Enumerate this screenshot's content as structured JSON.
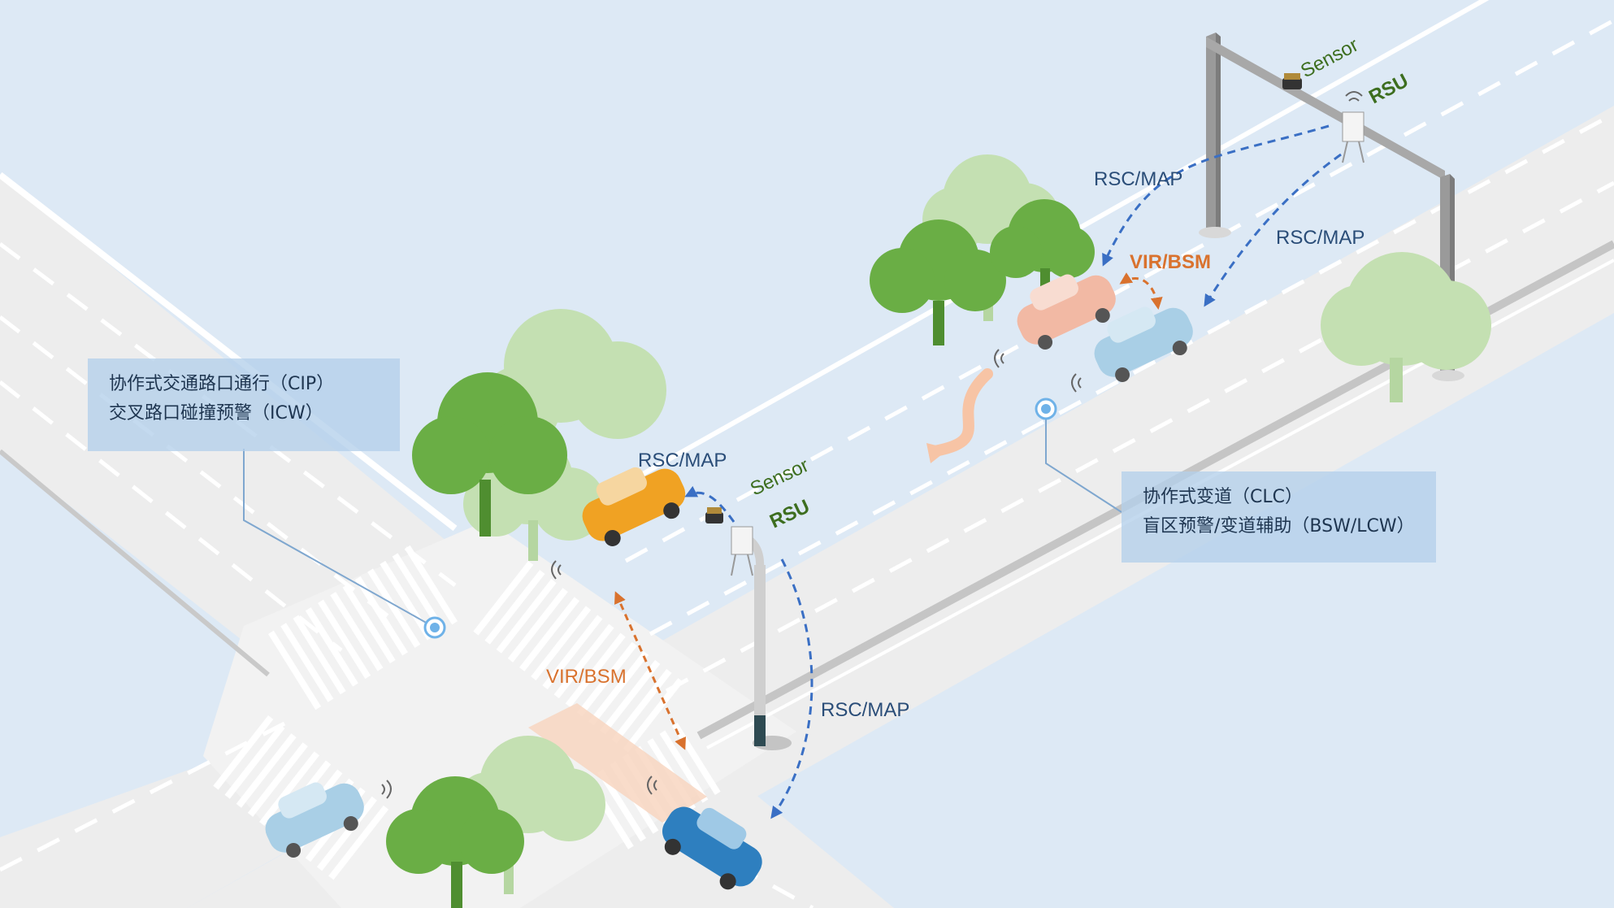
{
  "callouts": {
    "intersection": [
      "协作式交通路口通行（CIP）",
      "交叉路口碰撞预警（ICW）"
    ],
    "lane_change": [
      "协作式变道（CLC）",
      "盲区预警/变道辅助（BSW/LCW）"
    ]
  },
  "labels": {
    "sensor_gantry": "Sensor",
    "rsu_gantry": "RSU",
    "sensor_pole": "Sensor",
    "rsu_pole": "RSU",
    "rsc_map_gantry_left": "RSC/MAP",
    "rsc_map_gantry_right": "RSC/MAP",
    "vir_bsm_top": "VIR/BSM",
    "rsc_map_pole_top": "RSC/MAP",
    "rsc_map_pole_bottom": "RSC/MAP",
    "vir_bsm_cross": "VIR/BSM"
  },
  "colors": {
    "background": "#dde9f5",
    "road": "#efefef",
    "message_blue": "#3a6fc4",
    "message_orange": "#d9722e",
    "label_green": "#3d6e1f",
    "label_navy": "#2a4d78",
    "callout_fill": "#b4d0eb",
    "marker": "#6fb2e8"
  }
}
